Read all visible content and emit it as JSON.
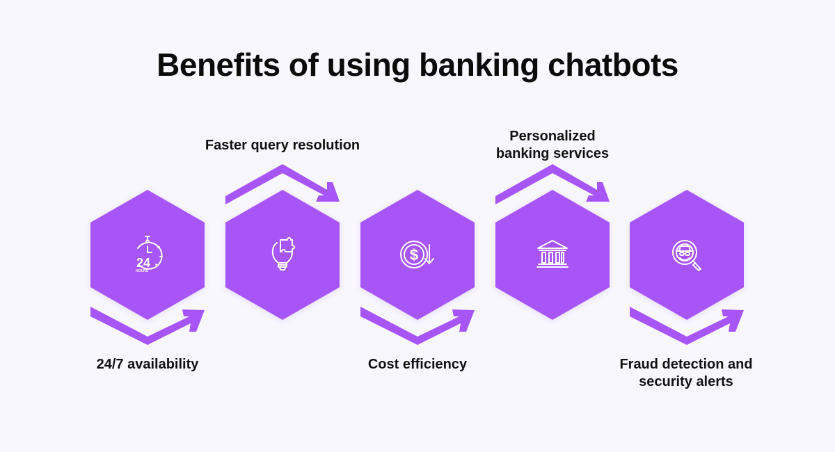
{
  "title": "Benefits of using banking chatbots",
  "colors": {
    "hexagon": "#a855f7",
    "arrow": "#a855f7",
    "icon": "#ffffff",
    "background": "#f8f7fd",
    "text": "#111111"
  },
  "benefits": [
    {
      "label_lines": [
        "24/7 availability"
      ],
      "icon": "clock-24-hours-icon",
      "icon_text": "24",
      "icon_subtext": "HOURS",
      "label_position": "below"
    },
    {
      "label_lines": [
        "Faster query resolution"
      ],
      "icon": "lightbulb-puzzle-icon",
      "label_position": "above"
    },
    {
      "label_lines": [
        "Cost efficiency"
      ],
      "icon": "dollar-cost-down-icon",
      "icon_text": "$",
      "label_position": "below"
    },
    {
      "label_lines": [
        "Personalized",
        "banking services"
      ],
      "icon": "bank-building-icon",
      "label_position": "above"
    },
    {
      "label_lines": [
        "Fraud detection and",
        "security alerts"
      ],
      "icon": "magnifier-spy-icon",
      "label_position": "below"
    }
  ]
}
